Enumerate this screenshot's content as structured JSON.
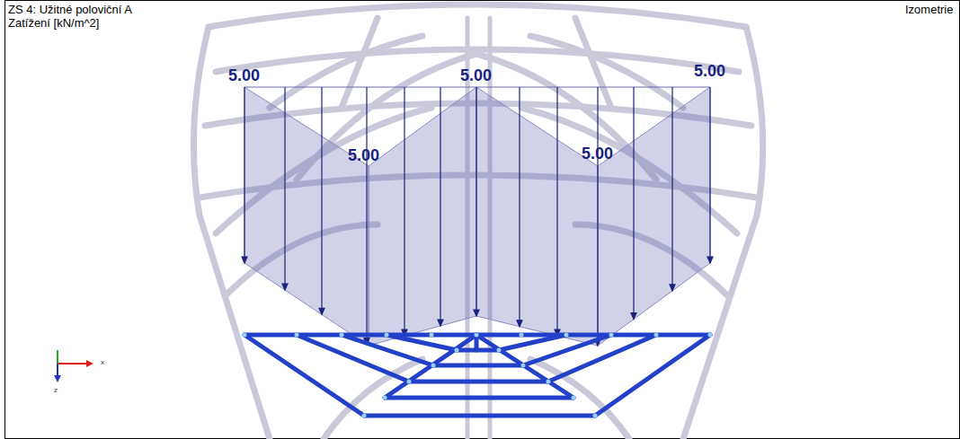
{
  "diagram": {
    "title": "ZS 4: Užitné poloviční A",
    "labels": [
      "Zatížení [kN/m^2]",
      "Izometrie",
      "5.00",
      "5.00",
      "5.00",
      "5.00",
      "5.00",
      "x",
      "z"
    ]
  }
}
